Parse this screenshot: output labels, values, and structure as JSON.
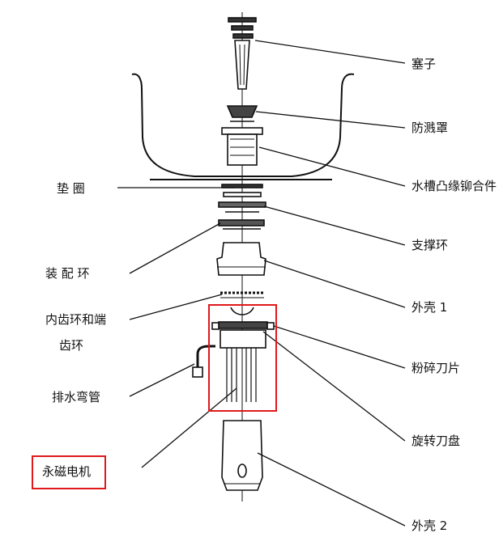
{
  "labels": {
    "plug": "塞子",
    "splash_guard": "防溅罩",
    "sink_flange": "水槽凸缘铆合件",
    "support_ring": "支撑环",
    "shell1": "外壳 1",
    "grind_blade": "粉碎刀片",
    "rotating_disc": "旋转刀盘",
    "shell2": "外壳 2",
    "gasket": "垫 圈",
    "mount_ring": "装 配 环",
    "inner_ring_1": "内齿环和端",
    "inner_ring_2": "齿环",
    "drain_pipe": "排水弯管",
    "pm_motor": "永磁电机"
  },
  "highlight_color": "#e0191a",
  "line_color": "#111111"
}
